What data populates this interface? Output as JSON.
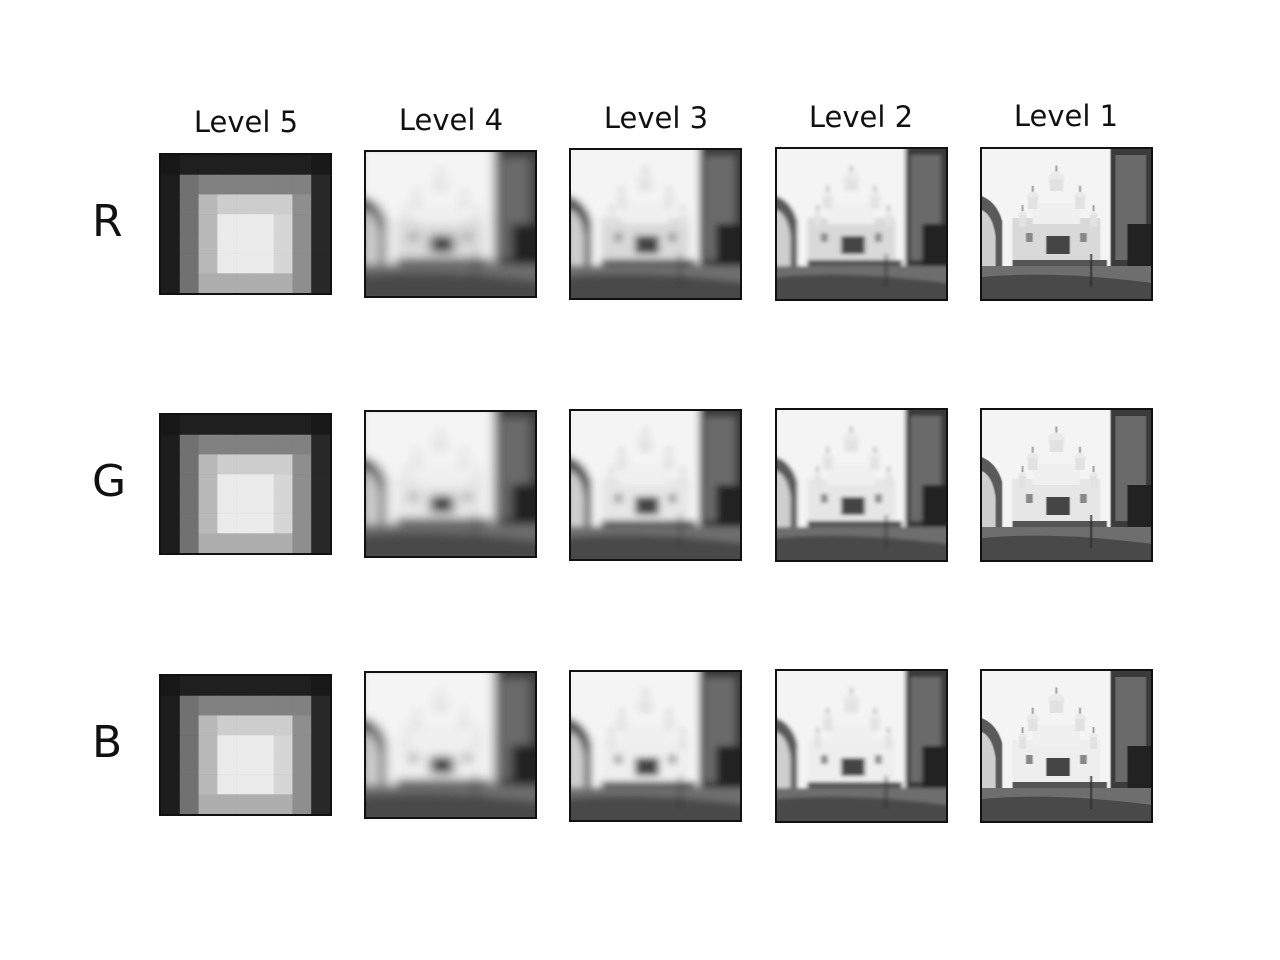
{
  "figure": {
    "levels": [
      "Level 5",
      "Level 4",
      "Level 3",
      "Level 2",
      "Level 1"
    ],
    "channels": [
      "R",
      "G",
      "B"
    ],
    "channel_tints": {
      "R": "#d9d9d9",
      "G": "#e6e6e6",
      "B": "#eeeeee"
    },
    "blur_by_level": [
      0,
      3.2,
      2.2,
      1.2,
      0.25
    ]
  }
}
